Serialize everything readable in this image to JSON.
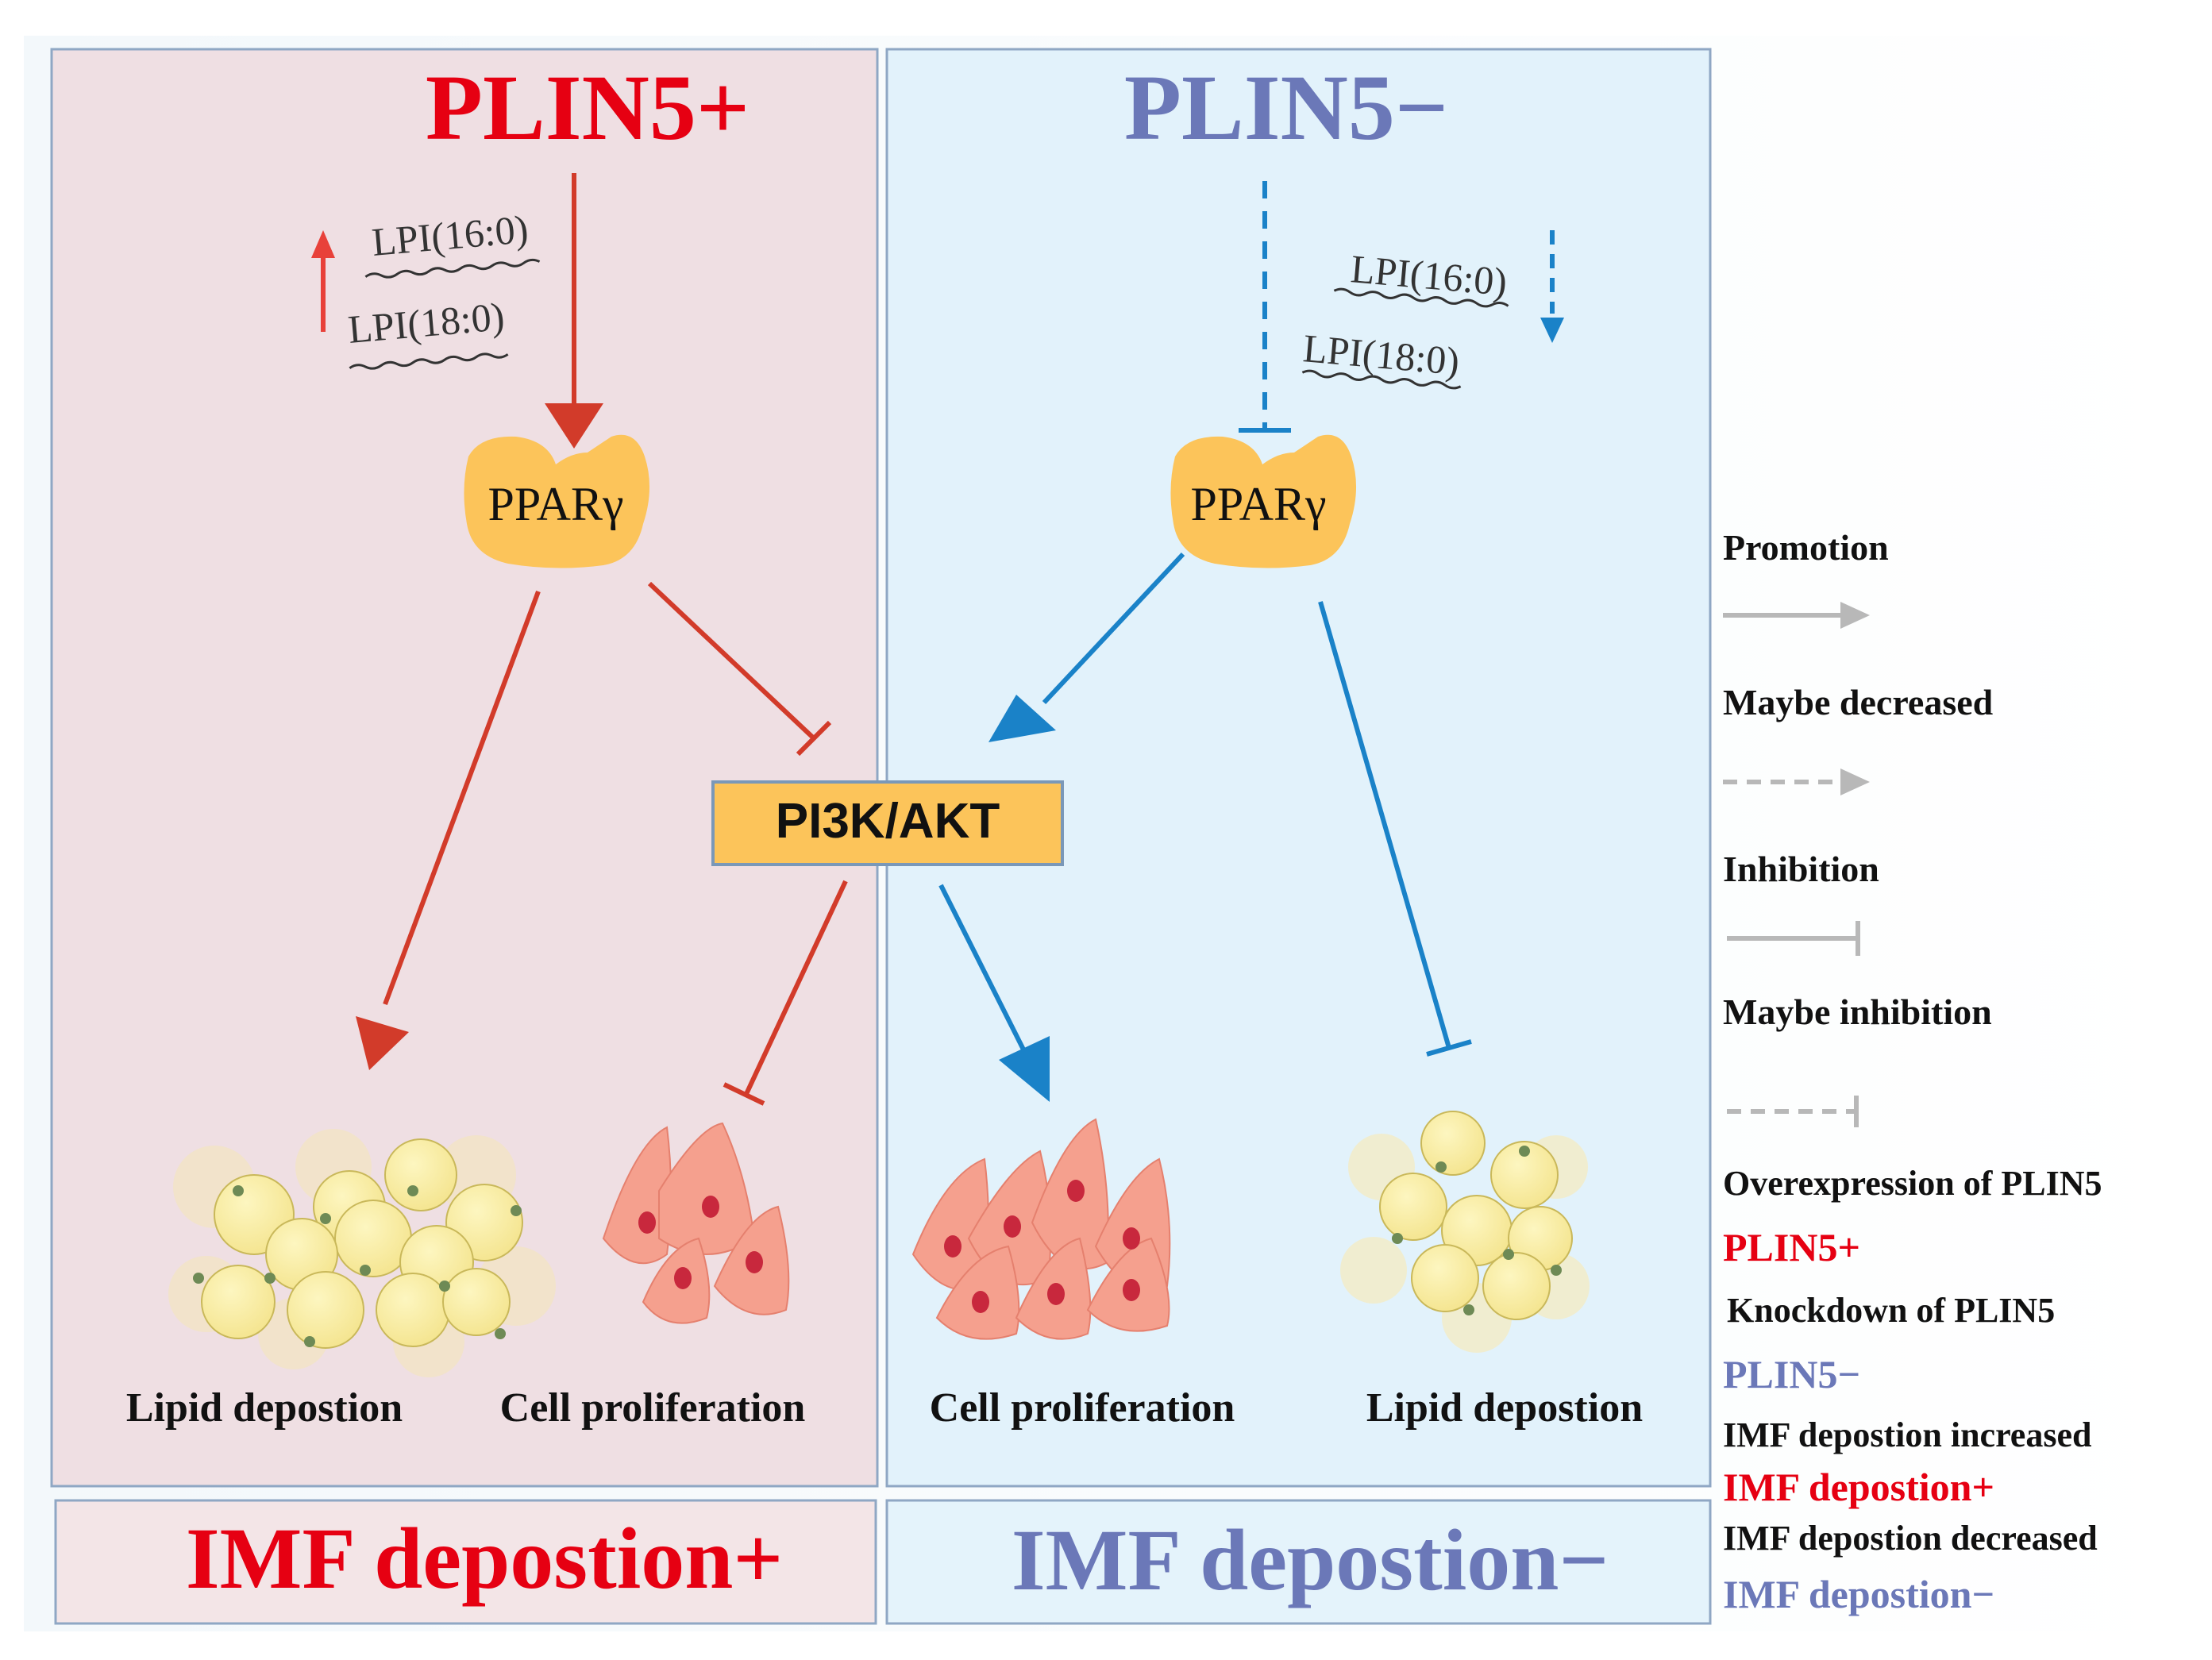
{
  "left_panel": {
    "title": "PLIN5+",
    "lpi_1": "LPI(16:0)",
    "lpi_2": "LPI(18:0)",
    "receptor": "PPARγ",
    "outcome_left": "Lipid depostion",
    "outcome_right": "Cell proliferation",
    "footer": "IMF depostion+"
  },
  "right_panel": {
    "title": "PLIN5−",
    "lpi_1": "LPI(16:0)",
    "lpi_2": "LPI(18:0)",
    "receptor": "PPARγ",
    "outcome_left": "Cell proliferation",
    "outcome_right": "Lipid depostion",
    "footer": "IMF depostion−"
  },
  "center_node": "PI3K/AKT",
  "legend": {
    "promotion": "Promotion",
    "maybe_decreased": "Maybe decreased",
    "inhibition": "Inhibition",
    "maybe_inhibition": "Maybe inhibition",
    "overexpression": "Overexpression of PLIN5",
    "plin5_plus": "PLIN5+",
    "knockdown": "Knockdown of PLIN5",
    "plin5_minus": "PLIN5−",
    "imf_increased": "IMF depostion increased",
    "imf_plus": "IMF depostion+",
    "imf_decreased": "IMF depostion decreased",
    "imf_minus": "IMF depostion−"
  },
  "colors": {
    "red": "#e60012",
    "arrow_red": "#d23b2a",
    "blue_text": "#6b78b8",
    "arrow_blue": "#1a82c8",
    "gold": "#fcc45a",
    "left_bg": "#efdfe3",
    "right_bg": "#e2f2fb",
    "legend_gray": "#b8b8b8"
  }
}
